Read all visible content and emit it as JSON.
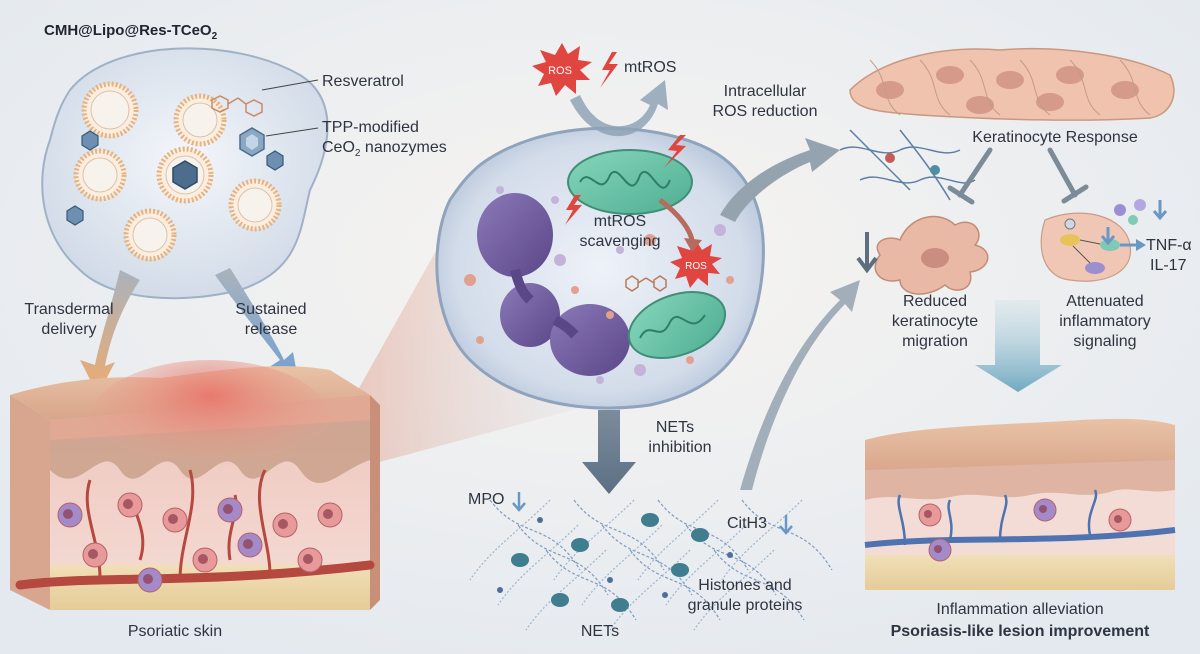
{
  "product": {
    "name": "CMH@Lipo@Res-TCeO",
    "subscript": "2"
  },
  "labels": {
    "resveratrol": "Resveratrol",
    "tpp_line1": "TPP-modified",
    "tpp_line2": "CeO",
    "tpp_sub": "2",
    "tpp_line2_tail": " nanozymes",
    "transdermal_1": "Transdermal",
    "transdermal_2": "delivery",
    "sustained_1": "Sustained",
    "sustained_2": "release",
    "psoriatic_skin": "Psoriatic skin",
    "ros_badge": "ROS",
    "mtros": "mtROS",
    "intracellular_1": "Intracellular",
    "intracellular_2": "ROS reduction",
    "scavenging_1": "mtROS",
    "scavenging_2": "scavenging",
    "nets_inhib_1": "NETs",
    "nets_inhib_2": "inhibition",
    "mpo": "MPO",
    "cith3": "CitH3",
    "histones_1": "Histones and",
    "histones_2": "granule proteins",
    "nets": "NETs",
    "keratinocyte_response": "Keratinocyte Response",
    "reduced_1": "Reduced",
    "reduced_2": "keratinocyte",
    "reduced_3": "migration",
    "attenuated_1": "Attenuated",
    "attenuated_2": "inflammatory",
    "attenuated_3": "signaling",
    "tnf": "TNF-α",
    "il17": "IL-17",
    "inflammation_alleviation": "Inflammation alleviation",
    "lesion_improvement": "Psoriasis-like lesion improvement"
  },
  "colors": {
    "arrow_gray": "#8d9aa6",
    "arrow_blue": "#7aa2c6",
    "ros_red": "#e0453f",
    "mito_green": "#62c2a3",
    "nucleus_purple": "#6f5a9e",
    "skin_pink": "#e8b9a5",
    "vessel_red": "#b5483f",
    "vessel_blue": "#4f73b0"
  }
}
